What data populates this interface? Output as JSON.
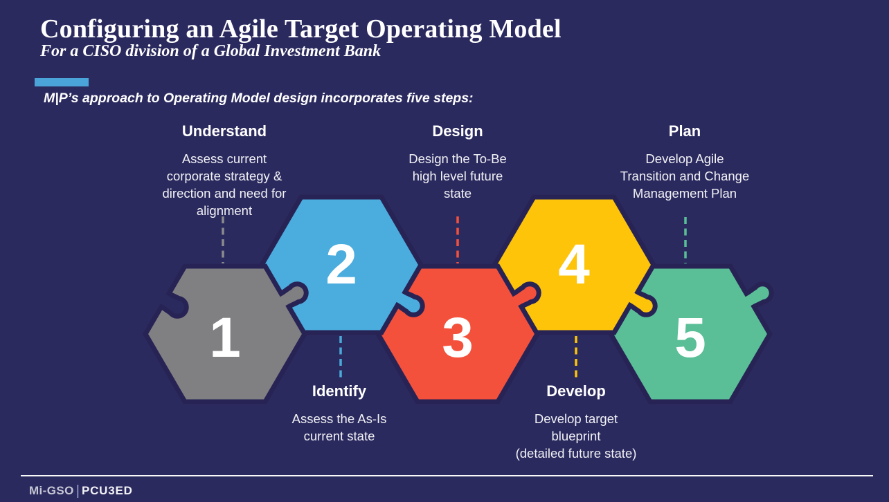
{
  "header": {
    "title": "Configuring an Agile Target Operating Model",
    "subtitle": "For a CISO division of a Global Investment Bank",
    "intro": "M|P’s approach to Operating Model design incorporates five steps:"
  },
  "steps": [
    {
      "number": "1",
      "name": "Understand",
      "description_lines": [
        "Assess current",
        "corporate strategy &",
        "direction and need for",
        "alignment"
      ],
      "color": "#808083",
      "dash_color": "#8A8A8E",
      "label_position": "top"
    },
    {
      "number": "2",
      "name": "Identify",
      "description_lines": [
        "Assess the As-Is",
        "current state"
      ],
      "color": "#4BACDE",
      "dash_color": "#4BA9D9",
      "label_position": "bottom"
    },
    {
      "number": "3",
      "name": "Design",
      "description_lines": [
        "Design the To-Be",
        "high level future",
        "state"
      ],
      "color": "#F4513C",
      "dash_color": "#F4513C",
      "label_position": "top"
    },
    {
      "number": "4",
      "name": "Develop",
      "description_lines": [
        "Develop target",
        "blueprint",
        "(detailed future state)"
      ],
      "color": "#FDC40A",
      "dash_color": "#FDC40A",
      "label_position": "bottom"
    },
    {
      "number": "5",
      "name": "Plan",
      "description_lines": [
        "Develop Agile",
        "Transition and Change",
        "Management Plan"
      ],
      "color": "#5ABF97",
      "dash_color": "#5ABF97",
      "label_position": "top"
    }
  ],
  "footer": {
    "brand_left": "Mi-GSO",
    "separator": "|",
    "brand_right": "PCU3ED"
  },
  "colors": {
    "background": "#2B2A5F",
    "outline": "#282355",
    "accent_bar": "#4BA4D9",
    "text": "#FFFFFF"
  }
}
